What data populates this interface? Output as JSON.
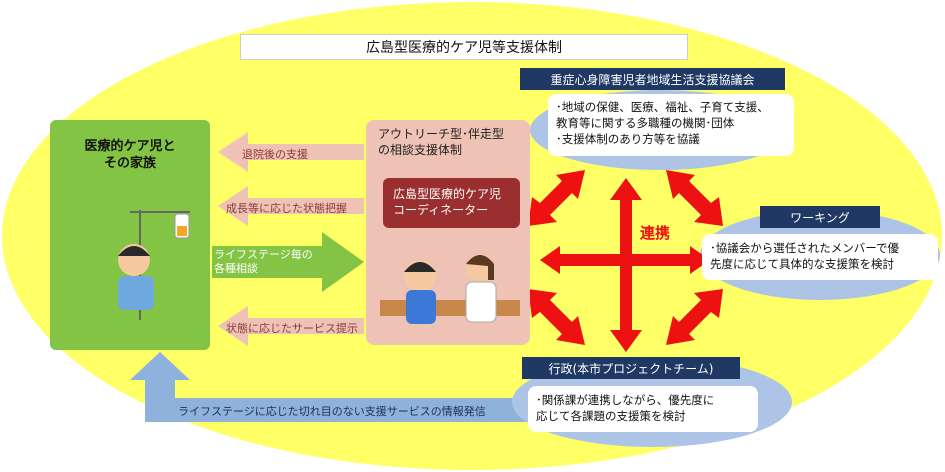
{
  "title": "広島型医療的ケア児等支援体制",
  "family": {
    "label_line1": "医療的ケア児と",
    "label_line2": "その家族"
  },
  "consult": {
    "label_line1": "アウトリーチ型･伴走型",
    "label_line2": "の相談支援体制",
    "coordinator_line1": "広島型医療的ケア児",
    "coordinator_line2": "コーディネーター"
  },
  "arrows": {
    "discharge": "退院後の支援",
    "growth": "成長等に応じた状態把握",
    "lifestage_line1": "ライフステージ毎の",
    "lifestage_line2": "各種相談",
    "service": "状態に応じたサービス提示",
    "info": "ライフステージに応じた切れ目のない支援サービスの情報発信"
  },
  "council": {
    "header": "重症心身障害児者地域生活支援協議会",
    "line1": "･地域の保健、医療、福祉、子育て支援、",
    "line2": "教育等に関する多職種の機関･団体",
    "line3": "･支援体制のあり方等を協議"
  },
  "working": {
    "header": "ワーキング",
    "line1": "･協議会から選任されたメンバーで優",
    "line2": "先度に応じて具体的な支援策を検討"
  },
  "admin": {
    "header": "行政(本市プロジェクトチーム)",
    "line1": "･関係課が連携しながら、優先度に",
    "line2": "応じて各課題の支援策を検討"
  },
  "renkei": "連携",
  "colors": {
    "background_ellipse": "#ffff66",
    "family": "#84c444",
    "consult": "#efc2b6",
    "coordinator": "#9b2e2e",
    "arrow_red": "#ee1111",
    "blue_ellipse": "#aec4e6",
    "header_navy": "#1f3864"
  }
}
